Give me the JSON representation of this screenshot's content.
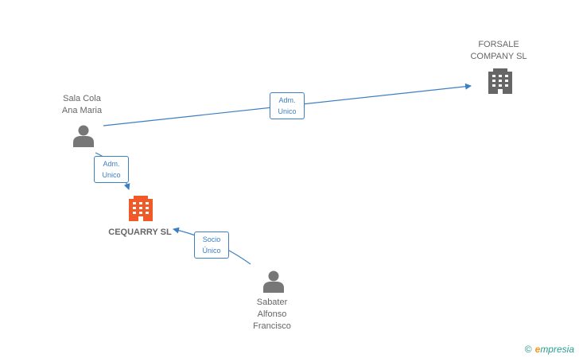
{
  "nodes": {
    "sala": {
      "line1": "Sala Cola",
      "line2": "Ana Maria",
      "icon": "person-icon"
    },
    "forsale": {
      "line1": "FORSALE",
      "line2": "COMPANY SL",
      "icon": "building-icon"
    },
    "cequarry": {
      "name": "CEQUARRY SL",
      "icon": "building-icon",
      "color": "#f05a28"
    },
    "sabater": {
      "line1": "Sabater",
      "line2": "Alfonso",
      "line3": "Francisco",
      "icon": "person-icon"
    }
  },
  "edges": {
    "sala_forsale": {
      "line1": "Adm.",
      "line2": "Unico"
    },
    "sala_cequarry": {
      "line1": "Adm.",
      "line2": "Unico"
    },
    "sabater_cequarry": {
      "line1": "Socio",
      "line2": "Único"
    }
  },
  "colors": {
    "edge": "#3c7fc3",
    "person": "#777777",
    "building": "#666666",
    "focus": "#f05a28"
  },
  "watermark": {
    "symbol": "©",
    "brand_initial": "e",
    "brand_rest": "mpresia"
  }
}
